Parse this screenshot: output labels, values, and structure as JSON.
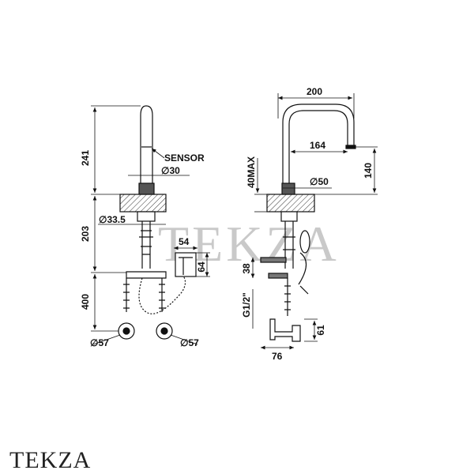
{
  "watermark": "TEKZA",
  "logo_text": "TEKZA",
  "left_view": {
    "height_spout": "241",
    "sensor_label": "SENSOR",
    "spout_diameter": "∅30",
    "body_diameter": "∅33.5",
    "height_below_deck": "203",
    "hose_length": "400",
    "box_width": "54",
    "box_height": "64",
    "valve_left_diameter": "∅57",
    "valve_right_diameter": "∅57"
  },
  "right_view": {
    "reach_total": "200",
    "reach_spout": "164",
    "spout_height": "140",
    "deck_thickness": "40MAX",
    "base_diameter": "∅50",
    "bracket_height": "38",
    "thread": "G1/2\"",
    "valve_height": "61",
    "valve_width": "76"
  }
}
